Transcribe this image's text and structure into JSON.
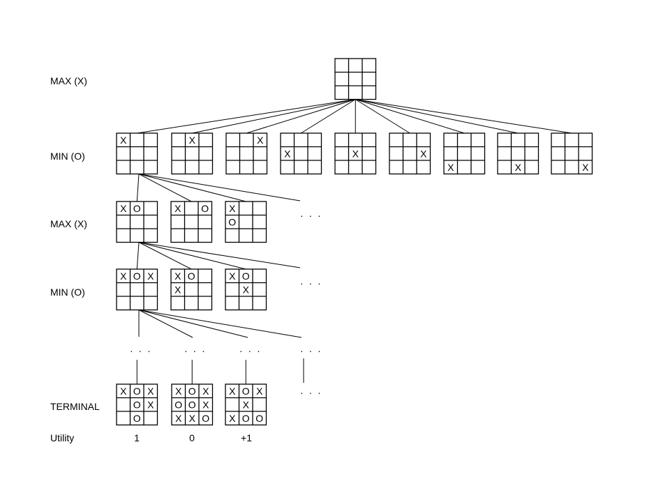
{
  "levels": [
    {
      "id": "max1",
      "label": "MAX (X)"
    },
    {
      "id": "min1",
      "label": "MIN (O)"
    },
    {
      "id": "max2",
      "label": "MAX (X)"
    },
    {
      "id": "min2",
      "label": "MIN (O)"
    },
    {
      "id": "terminal",
      "label": "TERMINAL"
    },
    {
      "id": "utility",
      "label": "Utility"
    }
  ],
  "boards": {
    "root": [
      "",
      "",
      "",
      "",
      "",
      "",
      "",
      "",
      ""
    ],
    "level1": [
      [
        "X",
        "",
        "",
        "",
        "",
        "",
        "",
        "",
        ""
      ],
      [
        "",
        "X",
        "",
        "",
        "",
        "",
        "",
        "",
        ""
      ],
      [
        "",
        "",
        "X",
        "",
        "",
        "",
        "",
        "",
        ""
      ],
      [
        "",
        "",
        "",
        "X",
        "",
        "",
        "",
        "",
        ""
      ],
      [
        "",
        "",
        "",
        "",
        "X",
        "",
        "",
        "",
        ""
      ],
      [
        "",
        "",
        "",
        "",
        "",
        "X",
        "",
        "",
        ""
      ],
      [
        "",
        "",
        "",
        "",
        "",
        "",
        "X",
        "",
        ""
      ],
      [
        "",
        "",
        "",
        "",
        "",
        "",
        "",
        "X",
        ""
      ],
      [
        "",
        "",
        "",
        "",
        "",
        "",
        "",
        "",
        "X"
      ]
    ],
    "level2": [
      [
        "X",
        "O",
        "",
        "",
        "",
        "",
        "",
        "",
        ""
      ],
      [
        "X",
        "",
        "O",
        "",
        "",
        "",
        "",
        "",
        ""
      ],
      [
        "X",
        "",
        "",
        "O",
        "",
        "",
        "",
        "",
        ""
      ]
    ],
    "level3": [
      [
        "X",
        "O",
        "X",
        "",
        "",
        "",
        "",
        "",
        ""
      ],
      [
        "X",
        "O",
        "",
        "X",
        "",
        "",
        "",
        "",
        ""
      ],
      [
        "X",
        "O",
        "",
        "",
        "X",
        "",
        "",
        "",
        ""
      ]
    ],
    "terminal": [
      [
        "X",
        "O",
        "X",
        "",
        "O",
        "X",
        "",
        "O",
        ""
      ],
      [
        "X",
        "O",
        "X",
        "O",
        "O",
        "X",
        "X",
        "X",
        "O"
      ],
      [
        "X",
        "O",
        "X",
        "",
        "X",
        "",
        "X",
        "O",
        "O"
      ]
    ]
  },
  "utilities": [
    "1",
    "0",
    "+1"
  ],
  "ellipsis": "· · ·"
}
